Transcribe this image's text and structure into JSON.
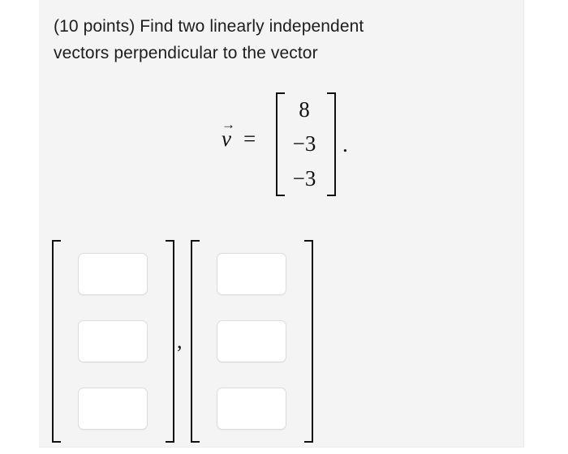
{
  "question": {
    "prompt_lines": [
      "(10 points) Find two linearly independent",
      "vectors perpendicular to the vector"
    ],
    "equation": {
      "vector_symbol": "v",
      "arrow_accent": "→",
      "equals": "=",
      "given_vector": [
        "8",
        "−3",
        "−3"
      ],
      "trailing_punctuation": "."
    },
    "answer": {
      "separator": ",",
      "matrices": [
        {
          "name": "first-answer-vector",
          "entries": [
            {
              "value": "",
              "placeholder": ""
            },
            {
              "value": "",
              "placeholder": ""
            },
            {
              "value": "",
              "placeholder": ""
            }
          ]
        },
        {
          "name": "second-answer-vector",
          "entries": [
            {
              "value": "",
              "placeholder": ""
            },
            {
              "value": "",
              "placeholder": ""
            },
            {
              "value": "",
              "placeholder": ""
            }
          ]
        }
      ]
    }
  },
  "colors": {
    "page_background": "#ffffff",
    "panel_background": "#f4f4f4",
    "text": "#1d1d1d",
    "math_ink": "#111111",
    "input_border": "#dcdcdc",
    "input_fill": "#ffffff"
  }
}
